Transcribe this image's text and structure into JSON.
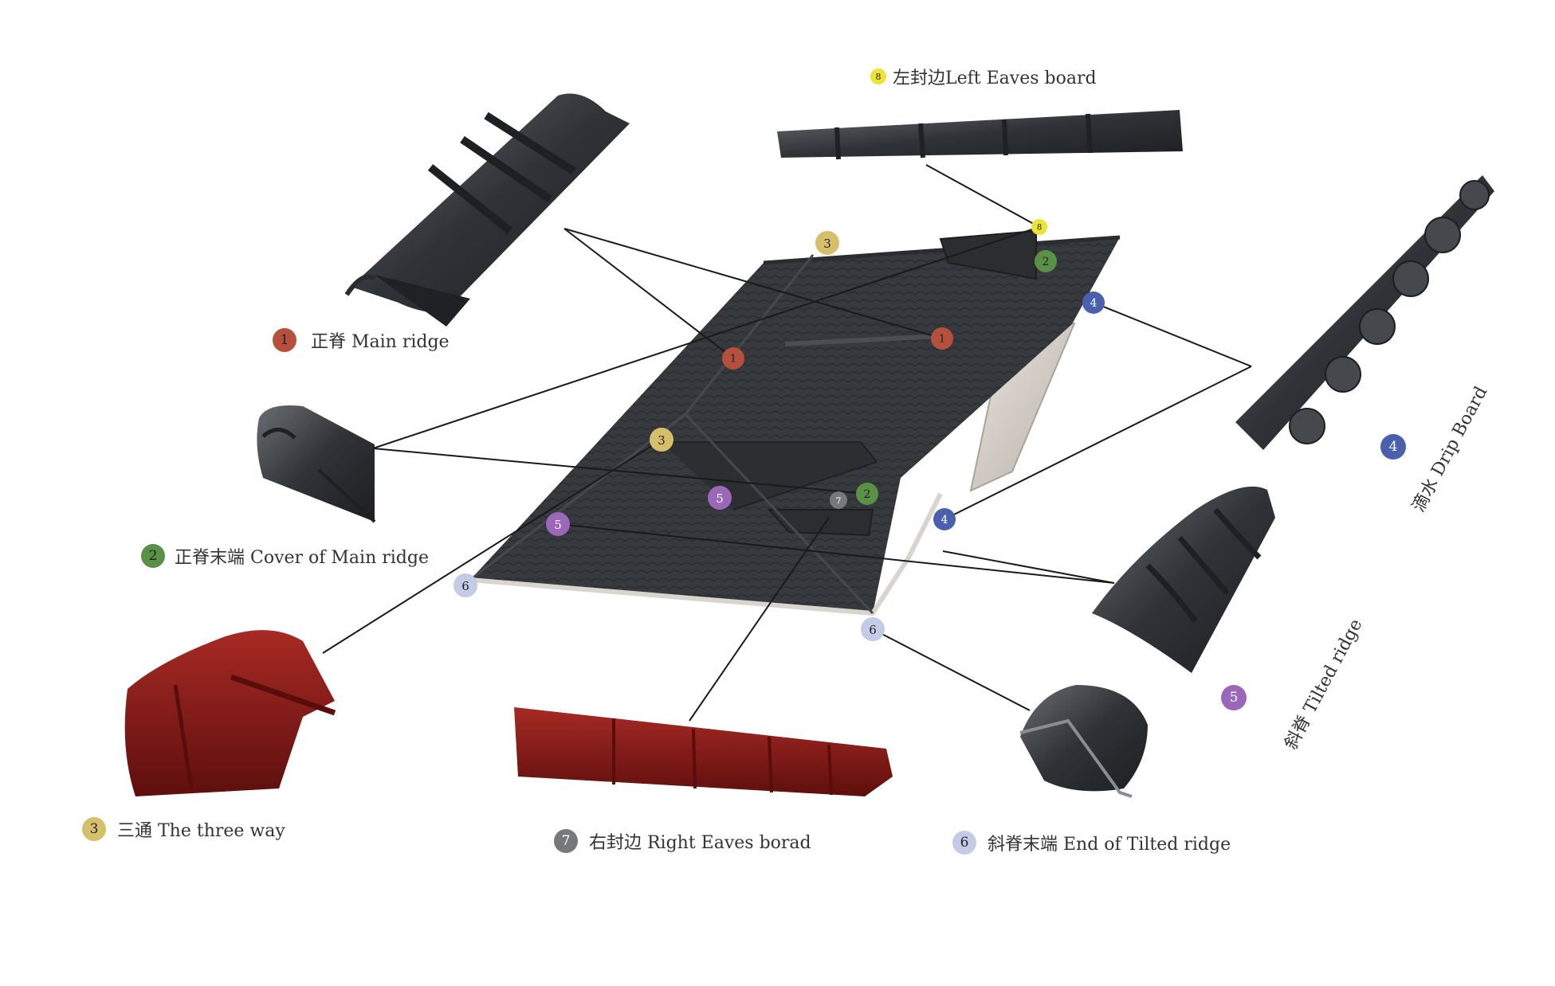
{
  "colors": {
    "c1": "#b4503c",
    "c2": "#5b9147",
    "c3": "#d6bf6a",
    "c4": "#4a5fae",
    "c5": "#9b67b8",
    "c6": "#c3cbe6",
    "c7": "#77787c",
    "c8": "#ebe335",
    "roof": "#36393d",
    "red_tile": "#7d1512"
  },
  "labels": {
    "l1": {
      "num": "1",
      "text": "正脊 Main ridge"
    },
    "l2": {
      "num": "2",
      "text": "正脊末端 Cover of Main ridge"
    },
    "l3": {
      "num": "3",
      "text": "三通 The three way"
    },
    "l4": {
      "num": "4",
      "text": "滴水 Drip Board"
    },
    "l5": {
      "num": "5",
      "text": "斜脊 Tilted ridge"
    },
    "l6": {
      "num": "6",
      "text": "斜脊末端 End of Tilted ridge"
    },
    "l7": {
      "num": "7",
      "text": "右封边 Right Eaves borad"
    },
    "l8": {
      "num": "8",
      "text": "左封边Left Eaves board"
    }
  },
  "markers": {
    "m1a": "1",
    "m1b": "1",
    "m2a": "2",
    "m2b": "2",
    "m3a": "3",
    "m3b": "3",
    "m4a": "4",
    "m4b": "4",
    "m5a": "5",
    "m5b": "5",
    "m6a": "6",
    "m6b": "6",
    "m7": "7",
    "m8": "8"
  },
  "icons": {
    "main_ridge": "main-ridge-tile-image",
    "ridge_cover": "ridge-end-cover-image",
    "three_way": "three-way-tile-image",
    "drip_board": "drip-board-tile-image",
    "tilted_ridge": "tilted-ridge-tile-image",
    "tilted_end": "tilted-ridge-end-image",
    "right_eaves": "right-eaves-board-image",
    "left_eaves": "left-eaves-board-image",
    "roof": "roof-assembly-image"
  }
}
